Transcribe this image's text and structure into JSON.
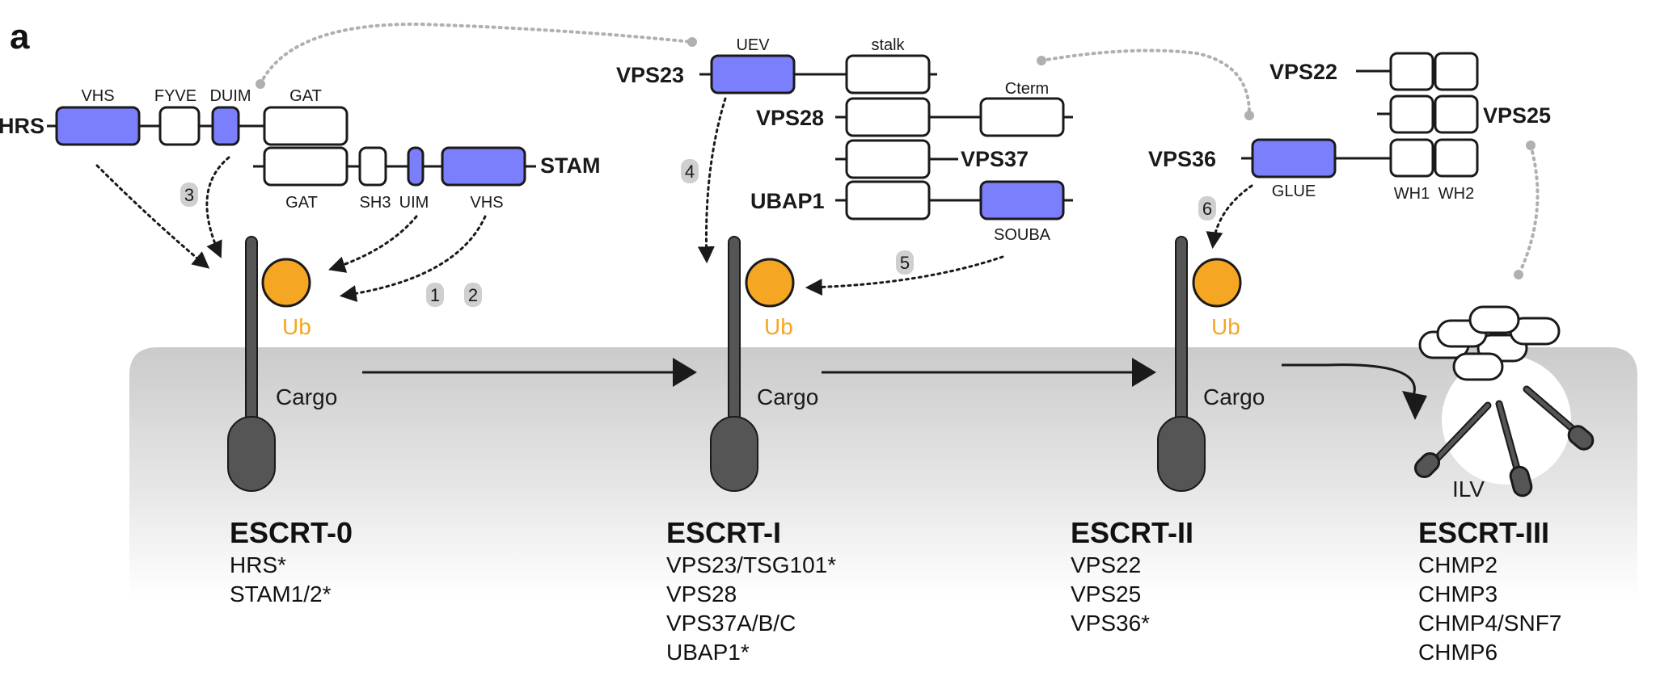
{
  "panel_label": "a",
  "ub_label": "Ub",
  "cargo_label": "Cargo",
  "ilv_label": "ILV",
  "steps": [
    "1",
    "2",
    "3",
    "4",
    "5",
    "6"
  ],
  "proteins": {
    "hrs": "HRS",
    "stam": "STAM",
    "vps23": "VPS23",
    "vps28": "VPS28",
    "vps37": "VPS37",
    "ubap1": "UBAP1",
    "vps22": "VPS22",
    "vps25": "VPS25",
    "vps36": "VPS36"
  },
  "domains": {
    "hrs_vhs": "VHS",
    "fyve": "FYVE",
    "duim": "DUIM",
    "hrs_gat": "GAT",
    "stam_gat": "GAT",
    "sh3": "SH3",
    "uim": "UIM",
    "stam_vhs": "VHS",
    "uev": "UEV",
    "stalk": "stalk",
    "cterm": "Cterm",
    "souba": "SOUBA",
    "glue": "GLUE",
    "wh1": "WH1",
    "wh2": "WH2"
  },
  "complexes": [
    {
      "title": "ESCRT-0",
      "members": [
        "HRS*",
        "STAM1/2*"
      ]
    },
    {
      "title": "ESCRT-I",
      "members": [
        "VPS23/TSG101*",
        "VPS28",
        "VPS37A/B/C",
        "UBAP1*"
      ]
    },
    {
      "title": "ESCRT-II",
      "members": [
        "VPS22",
        "VPS25",
        "VPS36*"
      ]
    },
    {
      "title": "ESCRT-III",
      "members": [
        "CHMP2",
        "CHMP3",
        "CHMP4/SNF7",
        "CHMP6"
      ]
    }
  ],
  "colors": {
    "domain_highlight": "#7b7ffb",
    "ubiquitin": "#f5a623",
    "cargo": "#555555",
    "membrane_gradient_top": "#cfcfcf",
    "connector_gray": "#b0b0b0"
  }
}
